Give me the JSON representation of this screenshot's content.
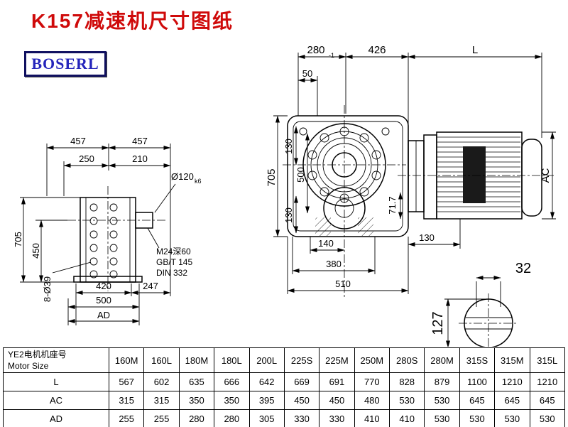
{
  "title": "K157减速机尺寸图纸",
  "logo": "BOSERL",
  "colors": {
    "title_red": "#cf0a0a",
    "logo_blue": "#2525bb",
    "logo_border_navy": "#101060",
    "line_black": "#000000"
  },
  "front_view": {
    "dim_457_left": "457",
    "dim_457_right": "457",
    "dim_250": "250",
    "dim_210": "210",
    "dim_705": "705",
    "dim_450": "450",
    "dim_8_holes": "8-Ø39",
    "dim_420": "420",
    "dim_247": "247",
    "dim_500": "500",
    "dim_AD": "AD",
    "ann_shaft_dia": "Ø120",
    "ann_shaft_tol": "k6",
    "ann_thread": "M24深60",
    "ann_std1": "GB/T 145",
    "ann_std2": "DIN 332"
  },
  "side_view": {
    "dim_280": "280",
    "dim_280_tol": "-1",
    "dim_426": "426",
    "dim_L": "L",
    "dim_50": "50",
    "dim_705": "705",
    "dim_130_top": "130",
    "dim_500": "500",
    "dim_130_bottom": "130",
    "dim_71_7": "71.7",
    "dim_AC": "AC",
    "dim_140": "140",
    "dim_380": "380",
    "dim_510": "510",
    "dim_130_right": "130"
  },
  "shaft_section": {
    "dim_32": "32",
    "dim_127": "127"
  },
  "table": {
    "row_header_line1": "YE2电机机座号",
    "row_header_line2": "Motor Size",
    "columns": [
      "160M",
      "160L",
      "180M",
      "180L",
      "200L",
      "225S",
      "225M",
      "250M",
      "280S",
      "280M",
      "315S",
      "315M",
      "315L"
    ],
    "rows": [
      {
        "label": "L",
        "values": [
          "567",
          "602",
          "635",
          "666",
          "642",
          "669",
          "691",
          "770",
          "828",
          "879",
          "1100",
          "1210",
          "1210"
        ]
      },
      {
        "label": "AC",
        "values": [
          "315",
          "315",
          "350",
          "350",
          "395",
          "450",
          "450",
          "480",
          "530",
          "530",
          "645",
          "645",
          "645"
        ]
      },
      {
        "label": "AD",
        "values": [
          "255",
          "255",
          "280",
          "280",
          "305",
          "330",
          "330",
          "410",
          "410",
          "530",
          "530",
          "530",
          "530"
        ]
      }
    ]
  }
}
